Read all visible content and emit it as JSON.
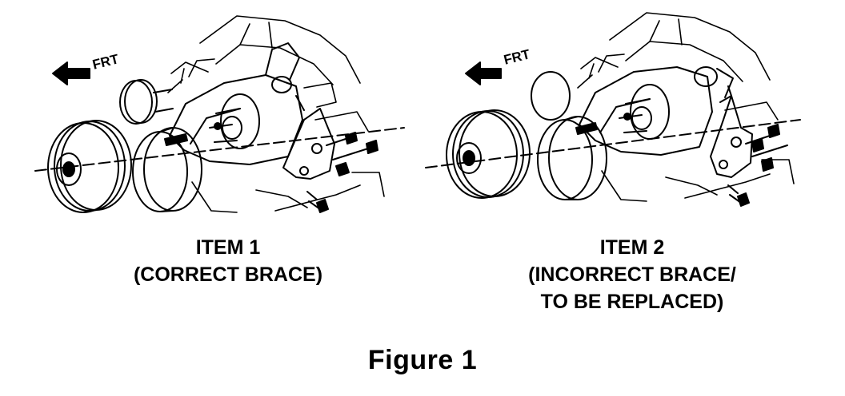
{
  "item1": {
    "label": "ITEM 1",
    "sublabel": "(CORRECT BRACE)"
  },
  "item2": {
    "label": "ITEM 2",
    "sublabel_line1": "(INCORRECT BRACE/",
    "sublabel_line2": "TO BE REPLACED)"
  },
  "front_marker": "FRT",
  "figure_title": "Figure 1",
  "colors": {
    "ink": "#000000",
    "paper": "#ffffff"
  }
}
